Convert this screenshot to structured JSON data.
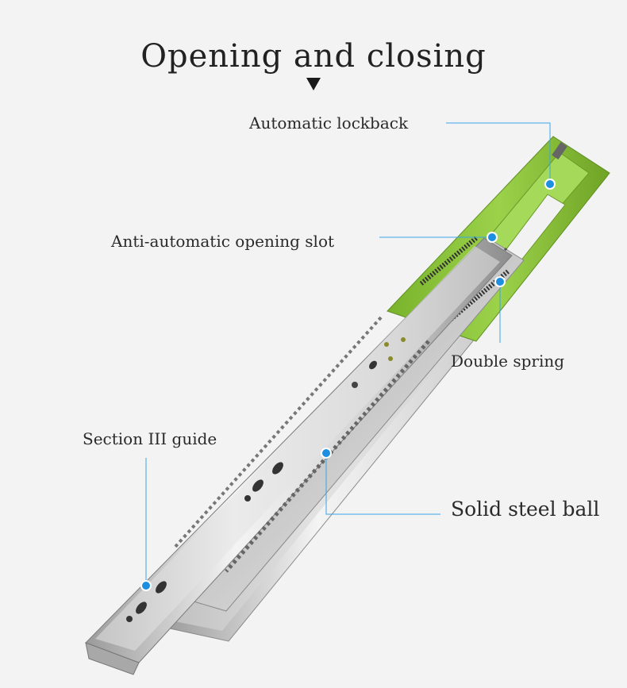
{
  "title": "Opening and closing",
  "labels": {
    "automatic_lockback": "Automatic lockback",
    "anti_automatic_opening_slot": "Anti-automatic opening slot",
    "double_spring": "Double spring",
    "section_iii_guide": "Section III guide",
    "solid_steel_ball": "Solid steel ball"
  },
  "colors": {
    "background": "#f3f3f3",
    "callout_line": "#3ba4e8",
    "callout_dot": "#1e8fe0",
    "green_part": "#8ec63f",
    "steel": "#d9d9d9"
  },
  "icons": {
    "title_arrow": "down-triangle-icon"
  }
}
